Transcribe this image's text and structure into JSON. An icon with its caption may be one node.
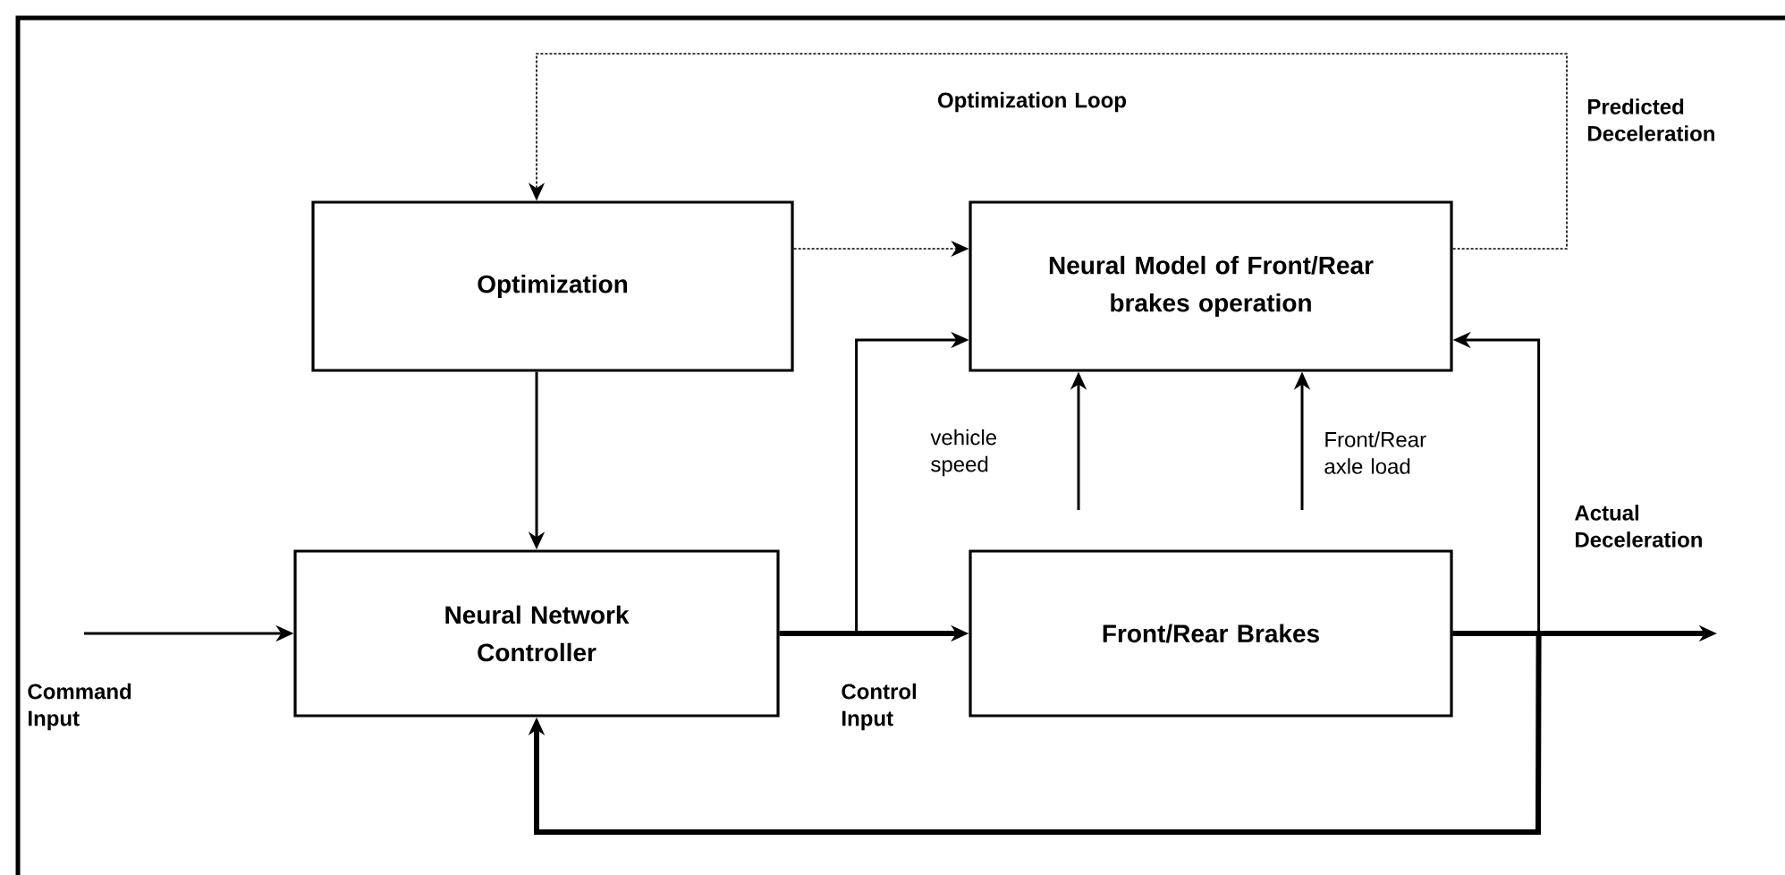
{
  "diagram": {
    "nodes": [
      {
        "text": [
          "Optimization"
        ]
      },
      {
        "text": [
          "Neural Model of Front/Rear brakes operation"
        ]
      },
      {
        "text": [
          "Neural Network Controller"
        ]
      },
      {
        "text": [
          "Front/Rear Brakes"
        ]
      }
    ],
    "edges": [
      {
        "from": null,
        "to": 2,
        "arrow": "to"
      },
      {
        "from": 0,
        "to": 2,
        "arrow": "to"
      },
      {
        "from": 2,
        "to": 3,
        "arrow": "to",
        "style": "thick"
      },
      {
        "from": 2,
        "to": 1,
        "arrow": "to"
      },
      {
        "from": 3,
        "to": 1,
        "arrow": "to"
      },
      {
        "from": 3,
        "to": 2,
        "arrow": "to",
        "style": "thick"
      },
      {
        "from": 3,
        "to": null,
        "arrow": "to",
        "style": "thick"
      },
      {
        "from": null,
        "to": 1,
        "arrow": "to"
      },
      {
        "from": null,
        "to": 1,
        "arrow": "to"
      },
      {
        "from": 0,
        "to": 1,
        "arrow": "to",
        "style": "dashed"
      },
      {
        "from": 1,
        "to": 0,
        "arrow": "to",
        "style": "dashed"
      }
    ],
    "labels": [
      "Optimization Loop",
      "Predicted Deceleration",
      "vehicle speed",
      "Front/Rear axle load",
      "Actual Deceleration",
      "Command Input",
      "Control Input"
    ]
  }
}
